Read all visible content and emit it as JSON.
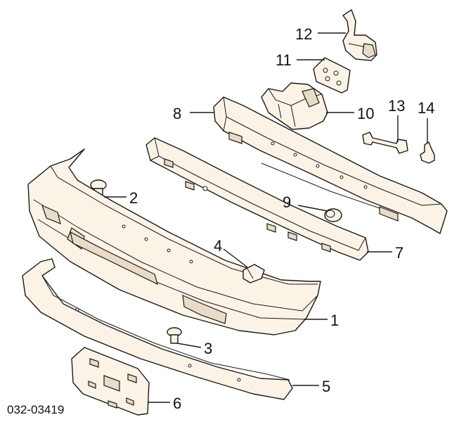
{
  "diagram": {
    "callouts": [
      "1",
      "2",
      "3",
      "4",
      "5",
      "6",
      "7",
      "8",
      "9",
      "10",
      "11",
      "12",
      "13",
      "14"
    ],
    "diagram_code": "032-03419",
    "colors": {
      "line": "#1a1a1a",
      "part_fill": "#fbf3e6",
      "background": "#ffffff"
    }
  }
}
